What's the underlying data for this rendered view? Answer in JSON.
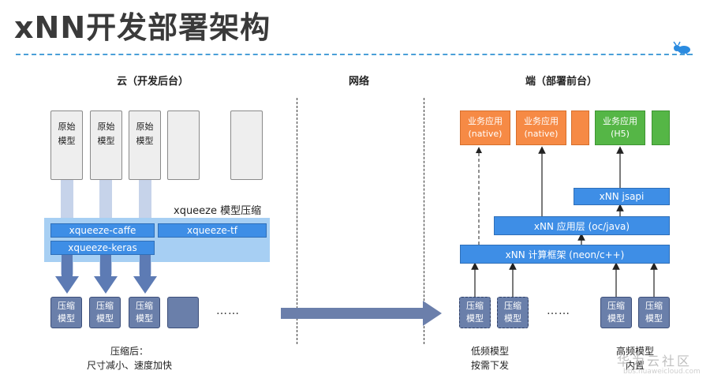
{
  "title": "xNN开发部署架构",
  "sections": {
    "cloud": "云（开发后台）",
    "network": "网络",
    "device": "端（部署前台）"
  },
  "cloud": {
    "original_model_label": "原始模型",
    "xqueeze_label": "xqueeze 模型压缩",
    "xqueeze_caffe": "xqueeze-caffe",
    "xqueeze_tf": "xqueeze-tf",
    "xqueeze_keras": "xqueeze-keras",
    "compressed_label": "压缩模型",
    "ellipsis": "……",
    "caption_line1": "压缩后：",
    "caption_line2": "尺寸减小、速度加快"
  },
  "device": {
    "apps": [
      {
        "label": "业务应用",
        "sub": "(native)",
        "color": "#f68a45"
      },
      {
        "label": "业务应用",
        "sub": "(native)",
        "color": "#f68a45"
      },
      {
        "label": "业务应用",
        "sub": "(H5)",
        "color": "#55b646"
      }
    ],
    "jsapi": "xNN jsapi",
    "app_layer": "xNN 应用层 (oc/java)",
    "framework": "xNN 计算框架 (neon/c++)",
    "compressed_label": "压缩模型",
    "ellipsis": "……",
    "low_freq_line1": "低频模型",
    "low_freq_line2": "按需下发",
    "high_freq_line1": "高频模型",
    "high_freq_line2": "内置"
  },
  "watermark": {
    "text": "华为云社区",
    "url": "bbs.huaweicloud.com"
  },
  "colors": {
    "accent_blue": "#3e8ee6",
    "panel_blue": "#a7cff3",
    "orange": "#f68a45",
    "green": "#55b646",
    "slate": "#6a7faa"
  }
}
